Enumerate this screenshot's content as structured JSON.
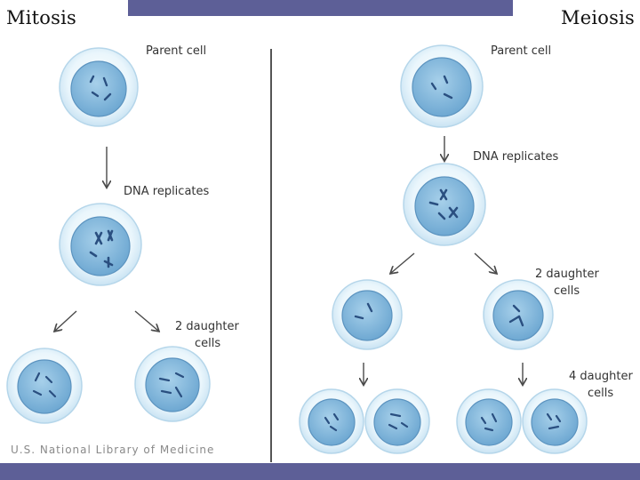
{
  "slide": {
    "title_left": "Mitosis",
    "title_right": "Meiosis",
    "bar_color": "#5d5f97"
  },
  "mitosis": {
    "parent_label": "Parent cell",
    "replicate_label": "DNA replicates",
    "daughters_label_line1": "2 daughter",
    "daughters_label_line2": "cells"
  },
  "meiosis": {
    "parent_label": "Parent cell",
    "replicate_label": "DNA replicates",
    "daughters2_label_line1": "2 daughter",
    "daughters2_label_line2": "cells",
    "daughters4_label_line1": "4 daughter",
    "daughters4_label_line2": "cells"
  },
  "credit": "U.S. National Library of Medicine",
  "colors": {
    "cell_outer": "#dff0fa",
    "cell_inner": "#80b8dc",
    "chromosome": "#2a4f80"
  }
}
